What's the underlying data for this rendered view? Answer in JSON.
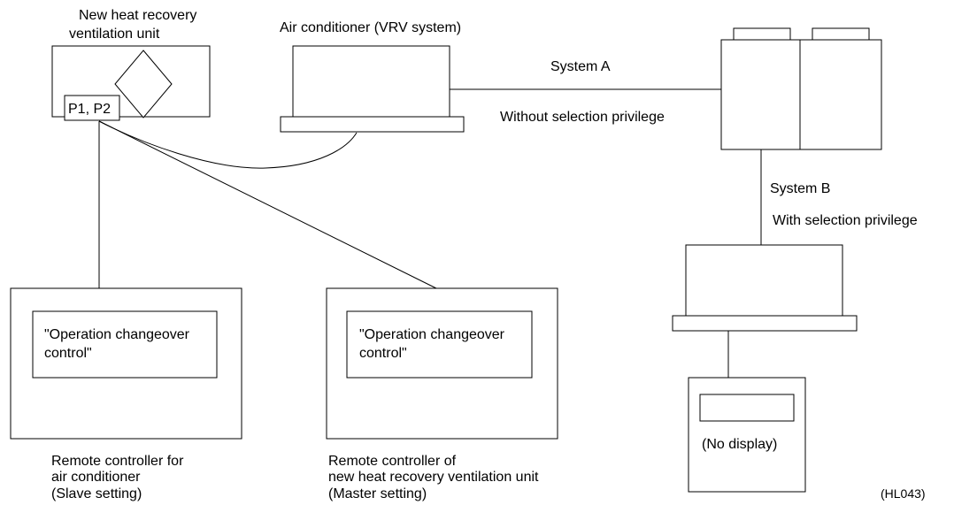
{
  "hrv_unit": {
    "title_line1": "New heat recovery",
    "title_line2": "ventilation unit",
    "terminal_label": "P1, P2"
  },
  "indoor_unit_a": {
    "title": "Air conditioner (VRV system)"
  },
  "system_a": {
    "name": "System A",
    "privilege": "Without selection privilege"
  },
  "system_b": {
    "name": "System B",
    "privilege": "With selection privilege"
  },
  "remote_slave": {
    "screen_line1": "\"Operation changeover",
    "screen_line2": "control\"",
    "caption_line1": "Remote controller for",
    "caption_line2": "air conditioner",
    "caption_line3": "(Slave setting)"
  },
  "remote_master": {
    "screen_line1": "\"Operation changeover",
    "screen_line2": "control\"",
    "caption_line1": "Remote controller of",
    "caption_line2": "new heat recovery ventilation unit",
    "caption_line3": "(Master setting)"
  },
  "remote_b": {
    "display_text": "(No display)"
  },
  "figure_code": "(HL043)"
}
